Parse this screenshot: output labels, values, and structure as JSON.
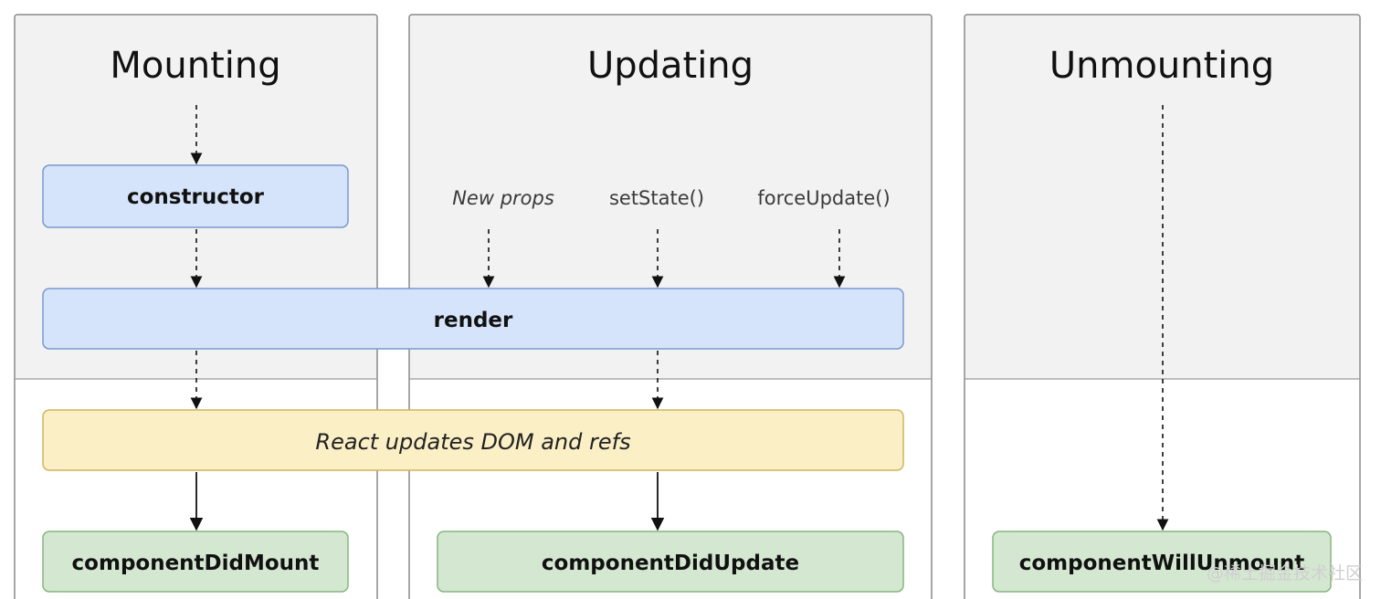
{
  "phases": {
    "mounting": {
      "title": "Mounting"
    },
    "updating": {
      "title": "Updating"
    },
    "unmounting": {
      "title": "Unmounting"
    }
  },
  "triggers": {
    "new_props": "New props",
    "set_state": "setState()",
    "force_update": "forceUpdate()"
  },
  "methods": {
    "constructor": "constructor",
    "render": "render",
    "react_updates": "React updates DOM and refs",
    "did_mount": "componentDidMount",
    "did_update": "componentDidUpdate",
    "will_unmount": "componentWillUnmount"
  },
  "watermark": "@稀土掘金技术社区",
  "colors": {
    "panel_top": "#f2f2f2",
    "panel_border": "#8a8a8a",
    "render_phase_box": "#d6e4fb",
    "render_phase_border": "#7a99cc",
    "commit_box": "#fbefc6",
    "commit_border": "#d2b35e",
    "lifecycle_box": "#d4e8d1",
    "lifecycle_border": "#86b57e"
  }
}
